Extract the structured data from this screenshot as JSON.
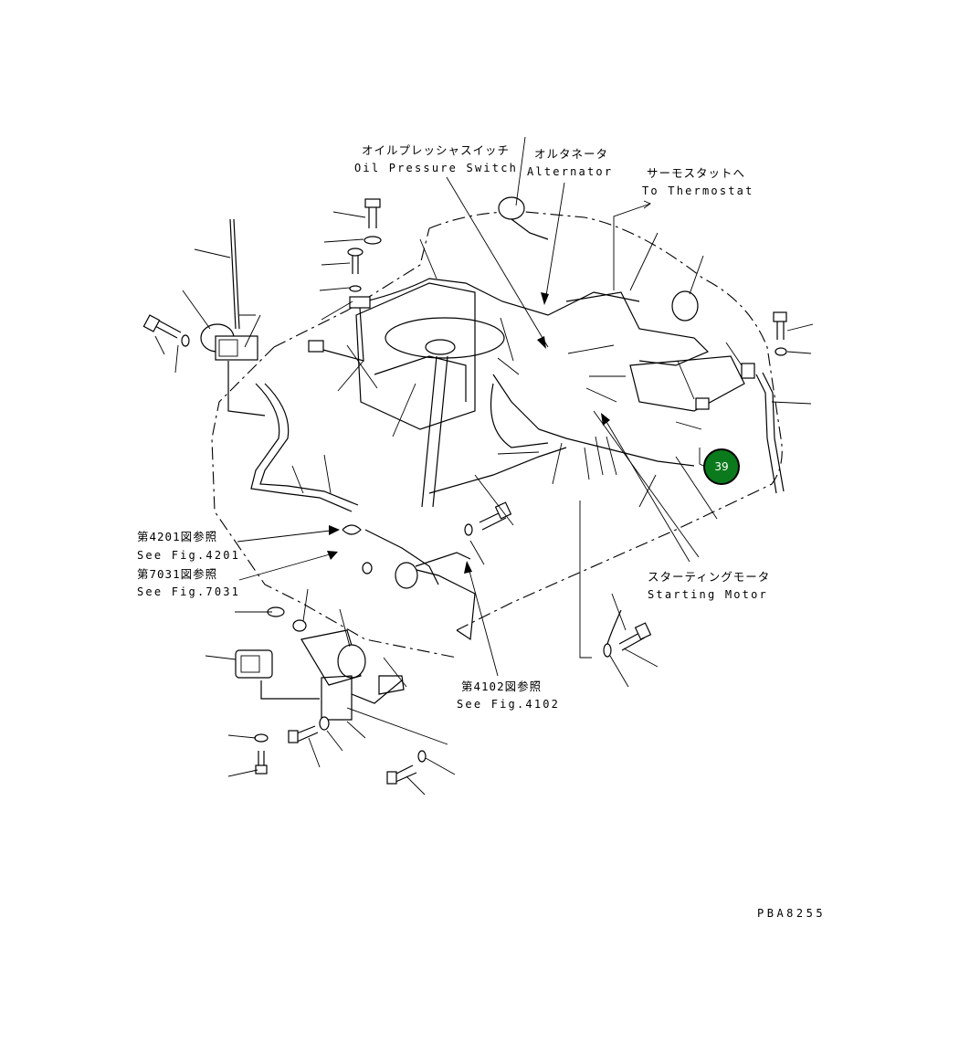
{
  "labels": {
    "oil_pressure_jp": "オイルプレッシャスイッチ",
    "oil_pressure_en": "Oil Pressure Switch",
    "alternator_jp": "オルタネータ",
    "alternator_en": "Alternator",
    "thermostat_jp": "サーモスタットへ",
    "thermostat_en": "To Thermostat",
    "fig4201_jp": "第4201図参照",
    "fig4201_en": "See Fig.4201",
    "fig7031_jp": "第7031図参照",
    "fig7031_en": "See Fig.7031",
    "starting_motor_jp": "スターティングモータ",
    "starting_motor_en": "Starting Motor",
    "fig4102_jp": "第4102図参照",
    "fig4102_en": "See Fig.4102",
    "drawing_code": "PBA8255"
  },
  "callout": {
    "number": "39",
    "color": "#0b7a1c"
  }
}
